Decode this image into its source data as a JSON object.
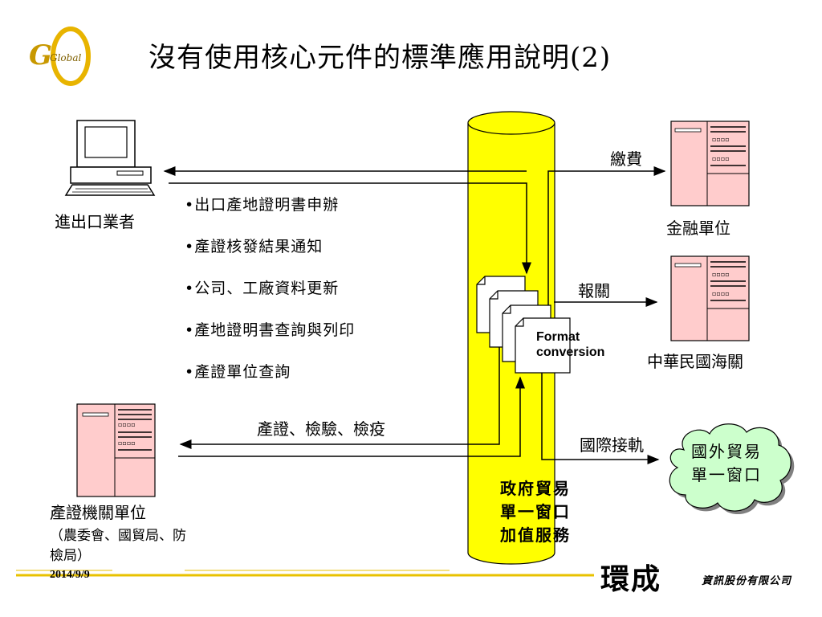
{
  "title": "沒有使用核心元件的標準應用說明(2)",
  "logo": {
    "text": "Global",
    "icon": "global-logo"
  },
  "nodes": {
    "trader": "進出口業者",
    "cert_agency": "產證機關單位",
    "cert_agency_sub": "（農委會、國貿局、防檢局）",
    "finance": "金融單位",
    "customs": "中華民國海關",
    "foreign_sw": "國外貿易\n單一窗口",
    "gov_sw": "政府貿易\n單一窗口\n加值服務"
  },
  "services": [
    "•出口產地證明書申辦",
    "•產證核發結果通知",
    "•公司、工廠資料更新",
    "•產地證明書查詢與列印",
    "•產證單位查詢"
  ],
  "flows": {
    "cert_flow": "產證、檢驗、檢疫",
    "pay": "繳費",
    "customs_report": "報關",
    "intl_link": "國際接軌",
    "format_conversion": "Format\nconversion"
  },
  "footer": {
    "date": "2014/9/9",
    "brand": "環成",
    "brand_sub": "資訊股份有限公司"
  },
  "colors": {
    "cylinder": "#ffff00",
    "cloud": "#ccffcc",
    "building": "#ffcccc",
    "footer_line": "#e8c200"
  }
}
